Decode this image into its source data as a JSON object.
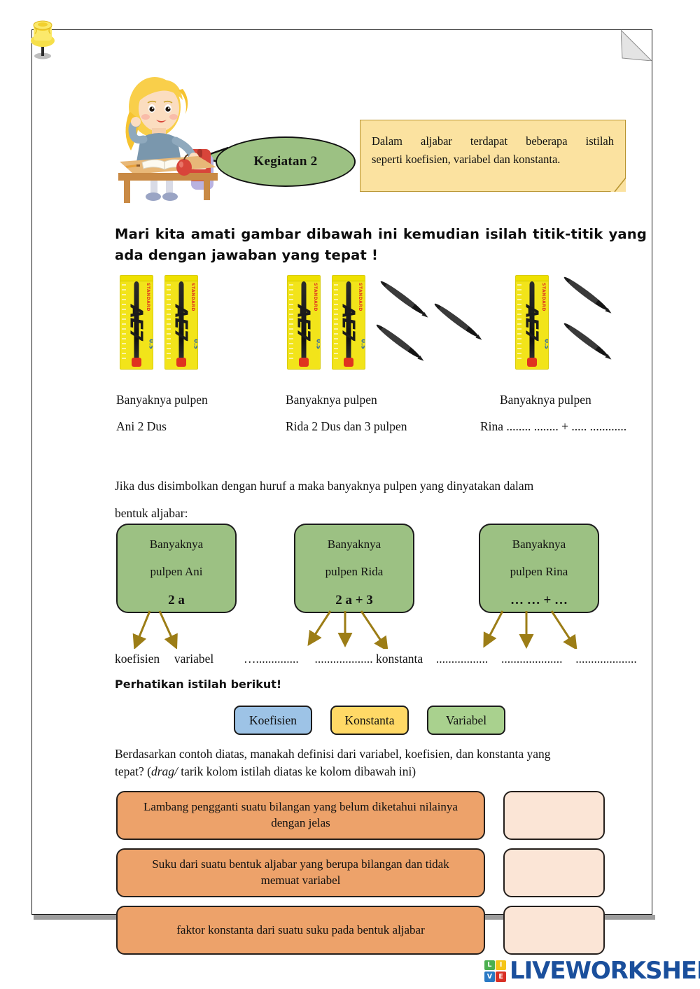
{
  "activity": {
    "bubble_label": "Kegiatan 2",
    "note_line1": "Dalam aljabar terdapat beberapa istilah",
    "note_line2": "seperti koefisien, variabel dan konstanta."
  },
  "headline": {
    "line1": "Mari kita amati gambar dibawah ini kemudian isilah titik-titik yang",
    "line2": "ada dengan jawaban yang tepat !"
  },
  "product_groups": [
    {
      "caption_line1": "Banyaknya pulpen",
      "caption_line2": "Ani 2 Dus",
      "boxes": 2,
      "loose_pens": 0
    },
    {
      "caption_line1": "Banyaknya pulpen",
      "caption_line2": "Rida 2 Dus dan 3 pulpen",
      "boxes": 2,
      "loose_pens": 3
    },
    {
      "caption_line1": "Banyaknya pulpen",
      "caption_line2": "Rina ........ ........ + ..... ............",
      "boxes": 1,
      "loose_pens": 2
    }
  ],
  "paragraph": {
    "line1": "Jika dus disimbolkan dengan huruf a maka banyaknya pulpen yang dinyatakan dalam",
    "line2": "bentuk aljabar:"
  },
  "algebra_boxes": [
    {
      "line1": "Banyaknya",
      "line2": "pulpen Ani",
      "expression": "2 a"
    },
    {
      "line1": "Banyaknya",
      "line2": "pulpen Rida",
      "expression": "2 a + 3"
    },
    {
      "line1": "Banyaknya",
      "line2": "pulpen Rina",
      "expression": "… … + …"
    }
  ],
  "terms_line": {
    "t1": "koefisien",
    "t2": "variabel",
    "dots1": "…..............",
    "dots2": "...................",
    "t3": "konstanta",
    "dots3": ".................",
    "dots4": "....................",
    "dots5": "...................."
  },
  "terms_heading": "Perhatikan istilah berikut!",
  "chips": [
    {
      "label": "Koefisien",
      "color": "#9DC3E6"
    },
    {
      "label": "Konstanta",
      "color": "#FFD966"
    },
    {
      "label": "Variabel",
      "color": "#A9D18E"
    }
  ],
  "question": {
    "line1a": "Berdasarkan contoh diatas, manakah definisi dari variabel, koefisien, dan konstanta yang",
    "line2a": "tepat? (",
    "line2i": "drag/",
    "line2b": " tarik kolom istilah diatas ke kolom dibawah ini)"
  },
  "definitions": [
    {
      "text": "Lambang pengganti suatu bilangan yang belum diketahui nilainya dengan jelas",
      "answer": ""
    },
    {
      "text": "Suku dari suatu bentuk aljabar yang berupa bilangan dan tidak memuat variabel",
      "answer": ""
    },
    {
      "text": "faktor konstanta dari suatu suku pada bentuk aljabar",
      "answer": ""
    }
  ],
  "footer": {
    "brand": "LIVEWORKSHEETS",
    "logo_cells": [
      {
        "letter": "L",
        "color": "#4CAF50"
      },
      {
        "letter": "I",
        "color": "#F5C518"
      },
      {
        "letter": "V",
        "color": "#2979C4"
      },
      {
        "letter": "E",
        "color": "#D93025"
      }
    ]
  },
  "colors": {
    "bubble_green": "#9CC183",
    "note_yellow": "#FBE2A0",
    "algebra_green": "#9CC183",
    "definition_orange": "#EDA26A",
    "dropzone_peach": "#FBE5D6",
    "arrow_olive": "#9C7D16"
  }
}
